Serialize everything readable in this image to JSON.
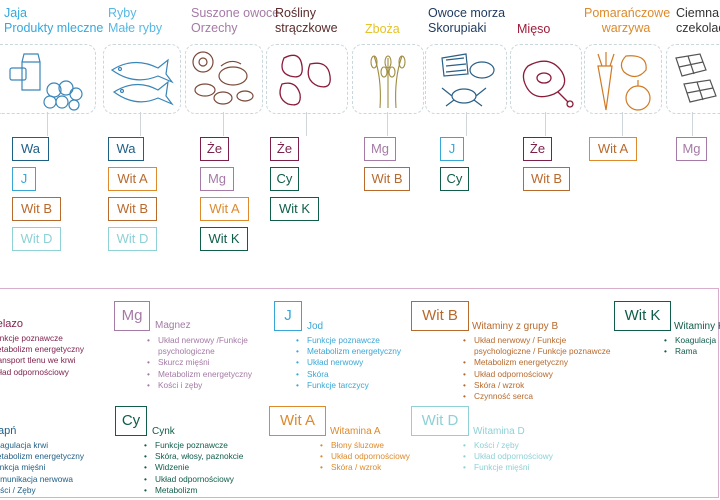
{
  "colors": {
    "wa": "#1e5f86",
    "j": "#39a7d6",
    "witb": "#b8692c",
    "witd": "#8ed1d6",
    "ze": "#7d1f4b",
    "mg": "#a57aa6",
    "cy": "#0f5d4a",
    "witk": "#0f5d4a",
    "wita": "#dc8a2c"
  },
  "top": {
    "categories": [
      {
        "id": "jaja",
        "lines": [
          "Jaja",
          "Produkty mleczne"
        ],
        "color": "#34a8de",
        "icon": "eggs-milk-icon"
      },
      {
        "id": "ryby",
        "lines": [
          "Ryby",
          "Małe ryby"
        ],
        "color": "#57b7e3",
        "icon": "fish-icon"
      },
      {
        "id": "suszone",
        "lines": [
          "Suszone owoce",
          "Orzechy"
        ],
        "color": "#a57aa6",
        "icon": "dried-fruit-nuts-icon"
      },
      {
        "id": "rosliny",
        "lines": [
          "Rośliny",
          "strączkowe"
        ],
        "color": "#5b2b2b",
        "icon": "beans-icon"
      },
      {
        "id": "zboza",
        "lines": [
          "Zboża"
        ],
        "color": "#e6c227",
        "icon": "wheat-icon"
      },
      {
        "id": "owoce",
        "lines": [
          "Owoce morza",
          "Skorupiaki"
        ],
        "color": "#1e3a5f",
        "icon": "seafood-icon"
      },
      {
        "id": "mieso",
        "lines": [
          "Mięso"
        ],
        "color": "#9e1c3a",
        "icon": "meat-icon"
      },
      {
        "id": "pomaranczowe",
        "lines": [
          "Pomarańczowe",
          "warzywa"
        ],
        "color": "#dc8a2c",
        "icon": "orange-vegetables-icon"
      },
      {
        "id": "ciemna",
        "lines": [
          "Ciemna",
          "czekolada"
        ],
        "color": "#333333",
        "icon": "chocolate-icon"
      }
    ],
    "boxes": {
      "jaja": [
        "Wa",
        "J",
        "Wit B",
        "Wit D"
      ],
      "ryby": [
        "Wa",
        "Wit A",
        "Wit B",
        "Wit D"
      ],
      "suszone": [
        "Że",
        "Mg",
        "Wit A",
        "Wit K"
      ],
      "rosliny": [
        "Że",
        "Cy",
        "Wit K"
      ],
      "zboza": [
        "Mg",
        "Wit B"
      ],
      "owoce": [
        "J",
        "Cy"
      ],
      "mieso": [
        "Że",
        "Wit B"
      ],
      "pomaranczowe": [
        "Wit A"
      ],
      "ciemna": [
        "Mg"
      ]
    }
  },
  "legend": {
    "row1": [
      {
        "id": "zelazo",
        "title": "Żelazo",
        "color": "#7d1f4b",
        "items": [
          "Funkcje poznawcze",
          "Metabolizm energetyczny",
          "Transport tlenu we krwi",
          "Układ odpornościowy"
        ]
      },
      {
        "id": "mg",
        "abbr": "Mg",
        "title": "Magnez",
        "color": "#a57aa6",
        "items": [
          "Układ nerwowy /Funkcje psychologiczne",
          "Skurcz mięśni",
          "Metabolizm energetyczny",
          "Kości i zęby"
        ]
      },
      {
        "id": "j",
        "abbr": "J",
        "title": "Jod",
        "color": "#39a7d6",
        "items": [
          "Funkcje poznawcze",
          "Metabolizm energetyczny",
          "Układ nerwowy",
          "Skóra",
          "Funkcje tarczycy"
        ]
      },
      {
        "id": "witb",
        "abbr": "Wit B",
        "title": "Witaminy z grupy B",
        "color": "#b8692c",
        "items": [
          "Układ nerwowy / Funkcje psychologiczne / Funkcje poznawcze",
          "Metabolizm energetyczny",
          "Układ odpornościowy",
          "Skóra / wzrok",
          "Czynność serca"
        ]
      },
      {
        "id": "witk",
        "abbr": "Wit K",
        "title": "Witaminy K",
        "color": "#0f5d4a",
        "items": [
          "Koagulacja",
          "Rama"
        ]
      }
    ],
    "row2": [
      {
        "id": "wapn",
        "title": "Wapń",
        "color": "#1e5f86",
        "items": [
          "Koagulacja krwi",
          "Metabolizm energetyczny",
          "Funkcja mięśni",
          "Komunikacja nerwowa",
          "Kości / Zęby"
        ]
      },
      {
        "id": "cy",
        "abbr": "Cy",
        "title": "Cynk",
        "color": "#0f5d4a",
        "items": [
          "Funkcje poznawcze",
          "Skóra, włosy, paznokcie",
          "Widzenie",
          "Układ odpornościowy",
          "Metabolizm"
        ]
      },
      {
        "id": "wita",
        "abbr": "Wit A",
        "title": "Witamina A",
        "color": "#dc8a2c",
        "items": [
          "Błony śluzowe",
          "Układ odpornościowy",
          "Skóra / wzrok"
        ]
      },
      {
        "id": "witd",
        "abbr": "Wit D",
        "title": "Witamina D",
        "color": "#8ed1d6",
        "items": [
          "Kości / zęby",
          "Układ odpornościowy",
          "Funkcje mięśni"
        ]
      }
    ]
  }
}
